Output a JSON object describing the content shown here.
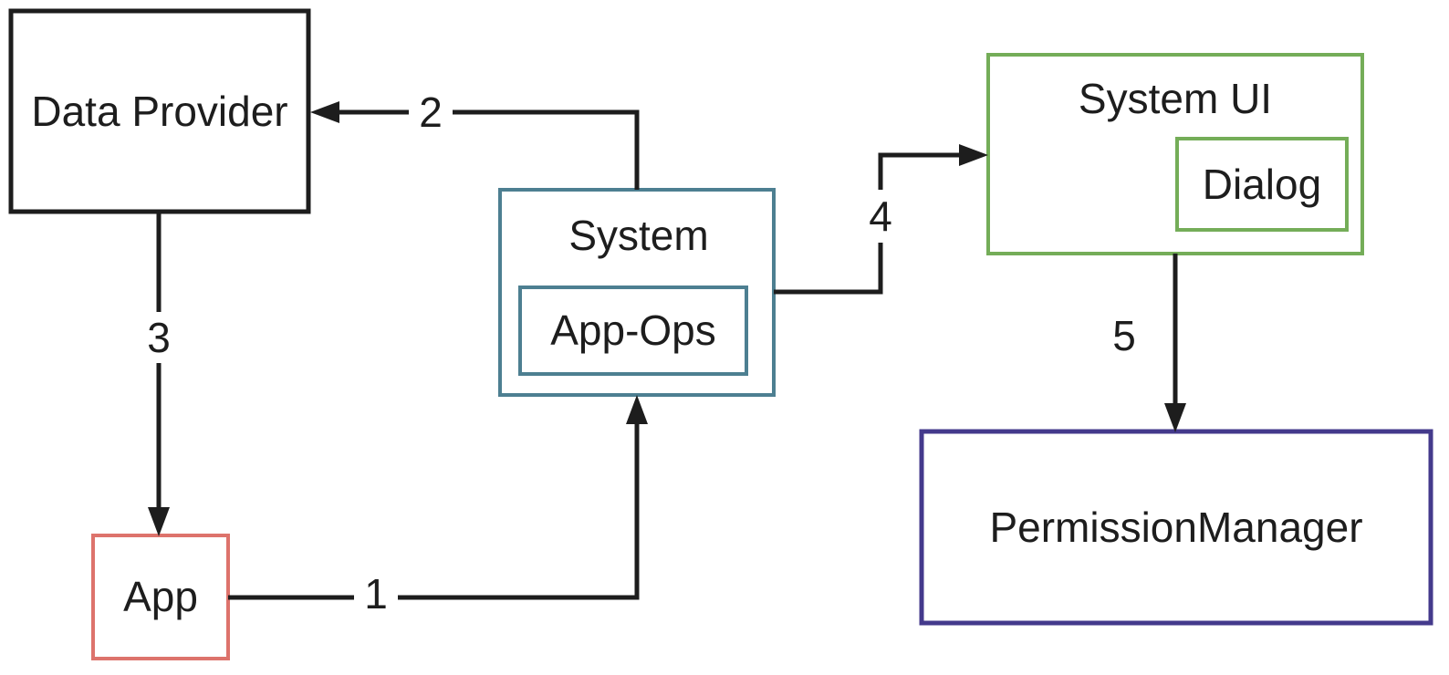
{
  "diagram": {
    "colors": {
      "background": "#ffffff",
      "line": "#1d1d1d",
      "text": "#1d1d1d",
      "data_provider_border": "#1d1d1d",
      "system_border": "#4d7f91",
      "system_ui_border": "#74ad58",
      "permission_manager_border": "#443a8c",
      "app_border": "#dd736c"
    },
    "nodes": {
      "data_provider": {
        "label": "Data Provider"
      },
      "system": {
        "label": "System"
      },
      "app_ops": {
        "label": "App-Ops"
      },
      "system_ui": {
        "label": "System UI"
      },
      "dialog": {
        "label": "Dialog"
      },
      "permission_manager": {
        "label": "PermissionManager"
      },
      "app": {
        "label": "App"
      }
    },
    "edges": [
      {
        "label": "1",
        "from": "App",
        "to": "System"
      },
      {
        "label": "2",
        "from": "System",
        "to": "Data Provider"
      },
      {
        "label": "3",
        "from": "Data Provider",
        "to": "App"
      },
      {
        "label": "4",
        "from": "System",
        "to": "System UI"
      },
      {
        "label": "5",
        "from": "System UI",
        "to": "PermissionManager"
      }
    ]
  }
}
